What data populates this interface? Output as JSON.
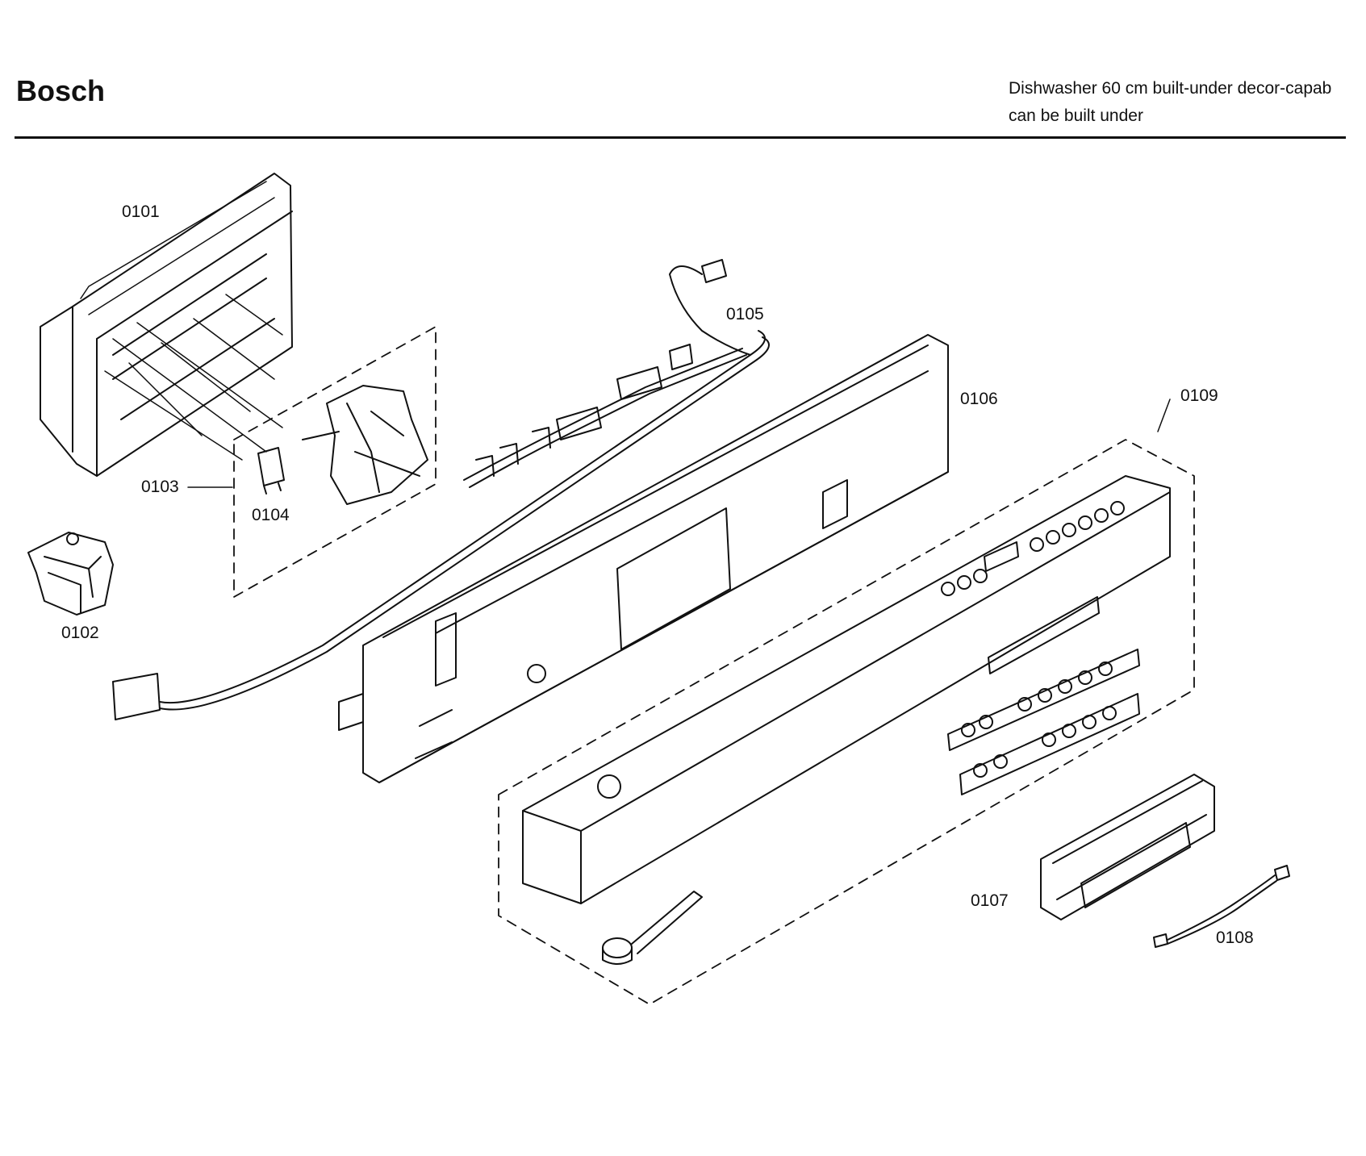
{
  "header": {
    "brand": "Bosch",
    "subtitle_line1": "Dishwasher 60 cm built-under decor-capab",
    "subtitle_line2": "can be built under"
  },
  "parts": [
    {
      "id": "0101",
      "label": "0101"
    },
    {
      "id": "0102",
      "label": "0102"
    },
    {
      "id": "0103",
      "label": "0103"
    },
    {
      "id": "0104",
      "label": "0104"
    },
    {
      "id": "0105",
      "label": "0105"
    },
    {
      "id": "0106",
      "label": "0106"
    },
    {
      "id": "0107",
      "label": "0107"
    },
    {
      "id": "0108",
      "label": "0108"
    },
    {
      "id": "0109",
      "label": "0109"
    }
  ],
  "colors": {
    "ink": "#111111",
    "paper": "#ffffff"
  }
}
